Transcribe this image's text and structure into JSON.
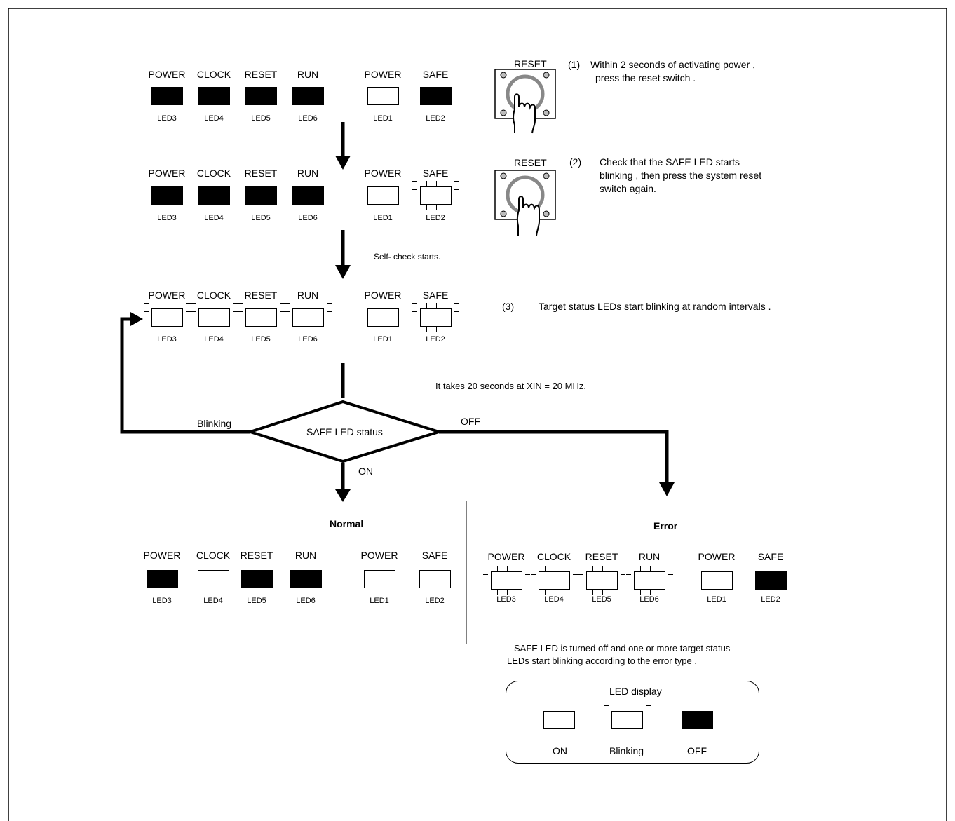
{
  "rows": {
    "row1": {
      "leds": [
        {
          "name": "POWER",
          "id": "LED3",
          "state": "off"
        },
        {
          "name": "CLOCK",
          "id": "LED4",
          "state": "off"
        },
        {
          "name": "RESET",
          "id": "LED5",
          "state": "off"
        },
        {
          "name": "RUN",
          "id": "LED6",
          "state": "off"
        },
        {
          "name": "POWER",
          "id": "LED1",
          "state": "on"
        },
        {
          "name": "SAFE",
          "id": "LED2",
          "state": "off"
        }
      ]
    },
    "row2": {
      "leds": [
        {
          "name": "POWER",
          "id": "LED3",
          "state": "off"
        },
        {
          "name": "CLOCK",
          "id": "LED4",
          "state": "off"
        },
        {
          "name": "RESET",
          "id": "LED5",
          "state": "off"
        },
        {
          "name": "RUN",
          "id": "LED6",
          "state": "off"
        },
        {
          "name": "POWER",
          "id": "LED1",
          "state": "on"
        },
        {
          "name": "SAFE",
          "id": "LED2",
          "state": "blinking"
        }
      ]
    },
    "row3": {
      "leds": [
        {
          "name": "POWER",
          "id": "LED3",
          "state": "blinking"
        },
        {
          "name": "CLOCK",
          "id": "LED4",
          "state": "blinking"
        },
        {
          "name": "RESET",
          "id": "LED5",
          "state": "blinking"
        },
        {
          "name": "RUN",
          "id": "LED6",
          "state": "blinking"
        },
        {
          "name": "POWER",
          "id": "LED1",
          "state": "on"
        },
        {
          "name": "SAFE",
          "id": "LED2",
          "state": "blinking"
        }
      ]
    },
    "normal": {
      "leds": [
        {
          "name": "POWER",
          "id": "LED3",
          "state": "off"
        },
        {
          "name": "CLOCK",
          "id": "LED4",
          "state": "on"
        },
        {
          "name": "RESET",
          "id": "LED5",
          "state": "off"
        },
        {
          "name": "RUN",
          "id": "LED6",
          "state": "off"
        },
        {
          "name": "POWER",
          "id": "LED1",
          "state": "on"
        },
        {
          "name": "SAFE",
          "id": "LED2",
          "state": "on"
        }
      ]
    },
    "error": {
      "leds": [
        {
          "name": "POWER",
          "id": "LED3",
          "state": "blinking"
        },
        {
          "name": "CLOCK",
          "id": "LED4",
          "state": "blinking"
        },
        {
          "name": "RESET",
          "id": "LED5",
          "state": "blinking"
        },
        {
          "name": "RUN",
          "id": "LED6",
          "state": "blinking"
        },
        {
          "name": "POWER",
          "id": "LED1",
          "state": "on"
        },
        {
          "name": "SAFE",
          "id": "LED2",
          "state": "off"
        }
      ]
    }
  },
  "steps": {
    "step1_num": "(1)",
    "step1_line1": "Within 2 seconds of activating power ,",
    "step1_line2": "press the reset switch .",
    "step2_num": "(2)",
    "step2_line1": "Check that the SAFE LED starts",
    "step2_line2": "blinking , then press the system reset",
    "step2_line3": "switch again.",
    "step3_num": "(3)",
    "step3_text": "Target status LEDs start blinking at random intervals  ."
  },
  "switch_label": "RESET",
  "self_check": "Self- check starts.",
  "timing_note": "It takes  20  seconds at XIN = 20 MHz.",
  "decision": {
    "label": "SAFE LED status",
    "blinking": "Blinking",
    "off": "OFF",
    "on": "ON"
  },
  "results": {
    "normal_title": "Normal",
    "error_title": "Error",
    "error_line1": "SAFE LED is turned off and one or more target status",
    "error_line2": "LEDs start blinking according to the error type  ."
  },
  "legend": {
    "title": "LED display",
    "on": "ON",
    "blinking": "Blinking",
    "off": "OFF"
  }
}
